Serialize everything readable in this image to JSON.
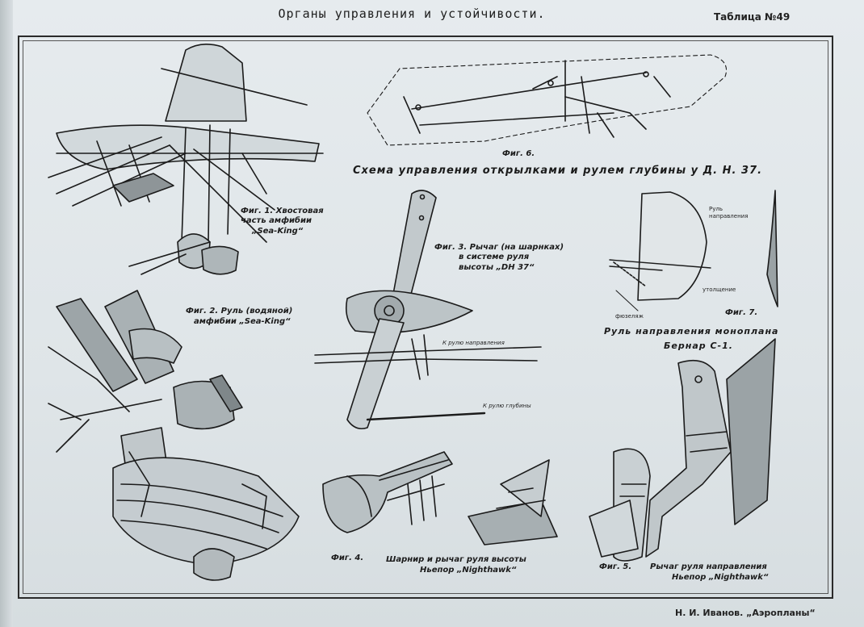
{
  "header": {
    "title": "Органы управления и устойчивости.",
    "table_number": "Таблица №49"
  },
  "footer": {
    "credit": "Н. И. Иванов. „Аэропланы“"
  },
  "figures": {
    "fig1": {
      "caption_line1": "Фиг. 1. Хвостовая",
      "caption_line2": "часть амфибии",
      "caption_line3": "„Sea-King“"
    },
    "fig2": {
      "caption_line1": "Фиг. 2. Руль (водяной)",
      "caption_line2": "амфибии „Sea-King“"
    },
    "fig3": {
      "caption_line1": "Фиг. 3. Рычаг (на шарнках)",
      "caption_line2": "в системе руля",
      "caption_line3": "высоты „DH 37“",
      "label_rudder": "К рулю направления",
      "label_elevator": "К рулю глубины"
    },
    "fig4": {
      "caption_num": "Фиг. 4.",
      "caption_line1": "Шарнир и рычаг руля высоты",
      "caption_line2": "Ньепор „Nighthawk“"
    },
    "fig5": {
      "caption_num": "Фиг. 5.",
      "caption_line1": "Рычаг руля направления",
      "caption_line2": "Ньепор „Nighthawk“"
    },
    "fig6": {
      "caption_num": "Фиг. 6.",
      "title": "Схема управления открылками и рулем глубины у Д. Н. 37."
    },
    "fig7": {
      "caption_num": "Фиг. 7.",
      "title_line1": "Руль направления моноплана",
      "title_line2": "Бернар С-1.",
      "label_rudder_line1": "Руль",
      "label_rudder_line2": "направления",
      "label_thickening": "утолщение",
      "label_fuselage": "фюзеляж"
    }
  }
}
